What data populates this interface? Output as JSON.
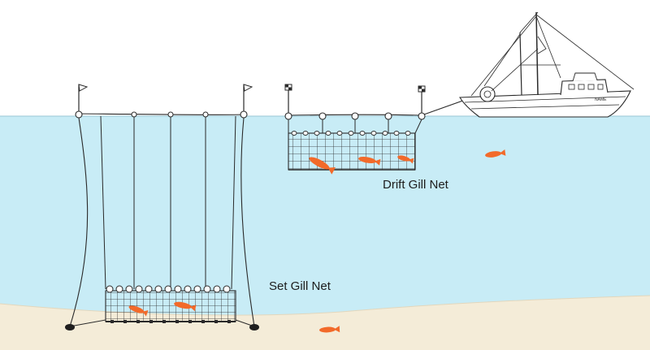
{
  "labels": {
    "drift_gill_net": "Drift  Gill Net",
    "set_gill_net": "Set Gill Net"
  },
  "boat": {
    "hull_name": "NAME"
  },
  "colors": {
    "water": "#c8ecf6",
    "seabed": "#f4ecd8",
    "fish": "#f26a2a",
    "line": "#2a2a2a"
  },
  "icons": [
    "flag-icon",
    "float-icon",
    "anchor-weight-icon",
    "fish-icon",
    "fishing-boat-icon"
  ]
}
